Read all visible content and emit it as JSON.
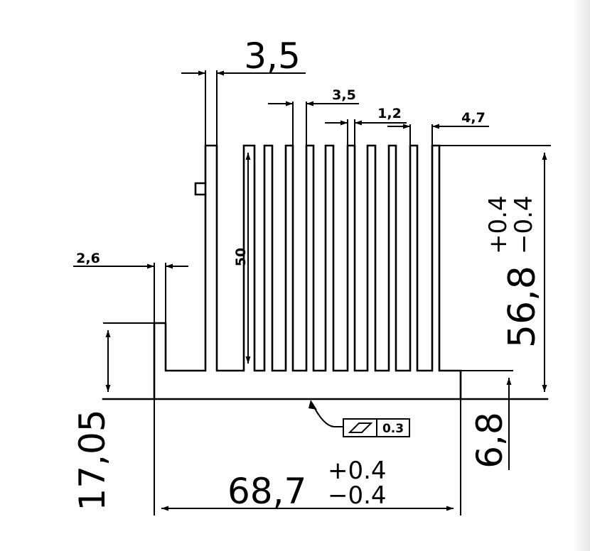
{
  "dimensions": {
    "top_left_wall": "3,5",
    "fin_pitch": "3,5",
    "fin_thickness": "1,2",
    "right_fin_gap": "4,7",
    "left_wall": "2,6",
    "fin_height": "50",
    "height_value": "56,8",
    "height_tol_plus": "+0.4",
    "height_tol_minus": "−0.4",
    "left_height": "17,05",
    "base_thickness": "6,8",
    "width_value": "68,7",
    "width_tol_plus": "+0.4",
    "width_tol_minus": "−0.4",
    "flatness_value": "0.3"
  },
  "colors": {
    "line": "#000000",
    "background": "#ffffff"
  },
  "icons": {
    "flatness": "flatness-symbol-icon"
  }
}
